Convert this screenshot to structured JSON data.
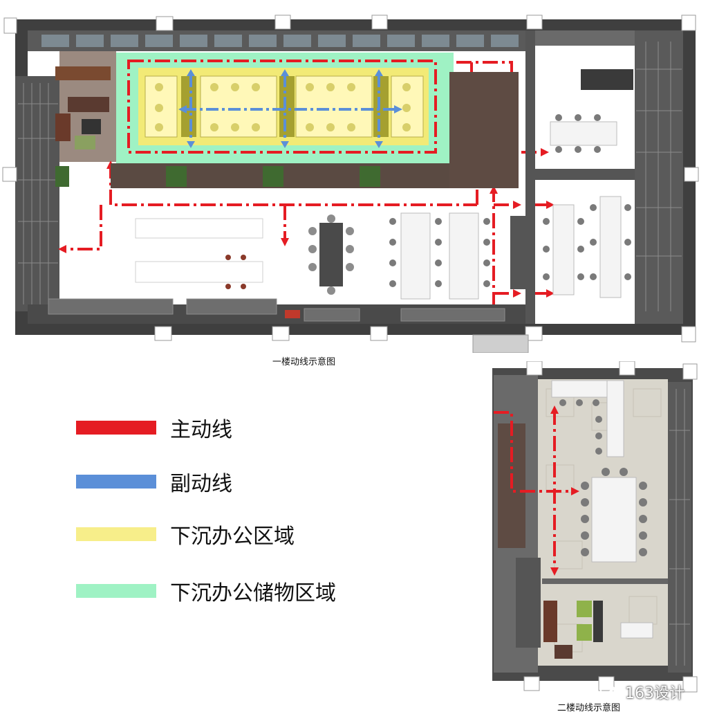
{
  "floor1": {
    "caption": "一楼动线示意图"
  },
  "floor2": {
    "caption": "二楼动线示意图"
  },
  "legend": [
    {
      "label": "主动线",
      "color": "#e51c23"
    },
    {
      "label": "副动线",
      "color": "#5b8fd8"
    },
    {
      "label": "下沉办公区域",
      "color": "#f7ee8a"
    },
    {
      "label": "下沉办公储物区域",
      "color": "#9ff2c4"
    }
  ],
  "watermark": {
    "text": "163设计",
    "icon": "wechat-bubble-icon"
  },
  "colors": {
    "main_route": "#e51c23",
    "secondary_route": "#5b8fd8",
    "sunken_office": "#f2ea76",
    "sunken_storage": "#9ff2c4",
    "wall": "#4a4a4a",
    "floor_carpet": "#d9d6cc"
  }
}
